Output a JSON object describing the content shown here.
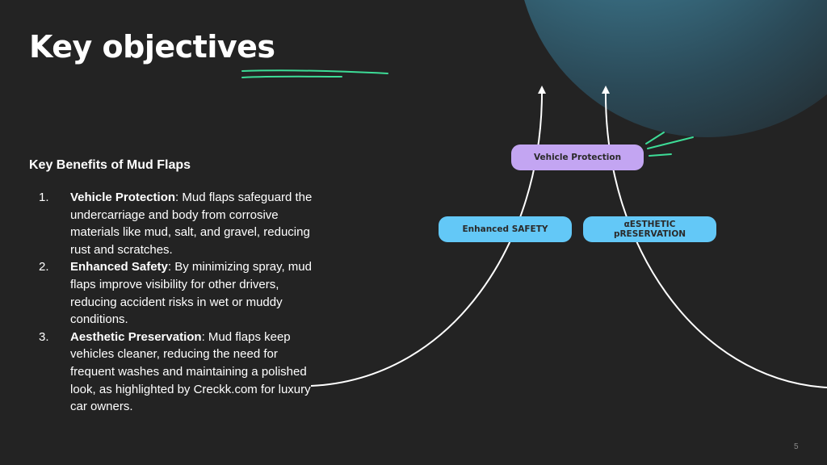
{
  "title": "Key objectives",
  "subtitle": "Key Benefits of Mud Flaps",
  "items": [
    {
      "num": "1.",
      "term": "Vehicle Protection",
      "text": ": Mud flaps safeguard the undercarriage and body from corrosive materials like mud, salt, and gravel, reducing rust and scratches."
    },
    {
      "num": "2.",
      "term": "Enhanced Safety",
      "text": ": By minimizing spray, mud flaps improve visibility for other drivers, reducing accident risks in wet or muddy conditions."
    },
    {
      "num": "3.",
      "term": "Aesthetic Preservation",
      "text": ": Mud flaps keep vehicles cleaner, reducing the need for frequent washes and maintaining a polished look, as highlighted by Creckk.com for luxury car owners."
    }
  ],
  "diagram": {
    "top_label": "Vehicle Protection",
    "left_label": "Enhanced SAFETY",
    "right_label": "αESTHETIC\npRESERVATION"
  },
  "page_number": "5",
  "colors": {
    "background": "#232323",
    "accent_green": "#3ddc97",
    "pill_purple": "#c3a5f2",
    "pill_blue": "#63c8f7"
  }
}
